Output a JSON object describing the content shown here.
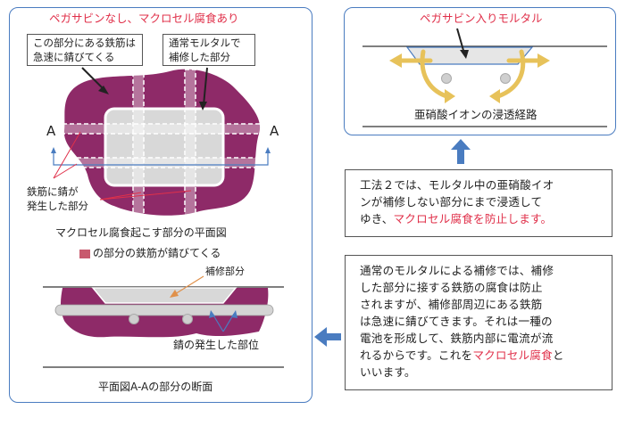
{
  "left_panel": {
    "title": "ペガサビンなし、マクロセル腐食あり",
    "callout1": {
      "line1": "この部分にある鉄筋は",
      "line2": "急速に錆びてくる"
    },
    "callout2": {
      "line1": "通常モルタルで",
      "line2": "補修した部分"
    },
    "section_label_left": "A",
    "section_label_right": "A",
    "rust_label": {
      "line1": "鉄筋に錆が",
      "line2": "発生した部分"
    },
    "plan_caption": "マクロセル腐食起こす部分の平面図",
    "legend_text": "の部分の鉄筋が錆びてくる",
    "repair_label": "補修部分",
    "rust_site_label": "錆の発生した部位",
    "section_caption": "平面図A-Aの部分の断面"
  },
  "right_panel": {
    "title": "ペガサビン入りモルタル",
    "caption": "亜硝酸イオンの浸透経路"
  },
  "text_box_top": {
    "line1": "工法２では、モルタル中の亜硝酸イオ",
    "line2": "ンが補修しない部分にまで浸透して",
    "line3_a": "ゆき、",
    "line3_b": "マクロセル腐食を防止します。"
  },
  "text_box_bottom": {
    "line1": "通常のモルタルによる補修では、補修",
    "line2": "した部分に接する鉄筋の腐食は防止",
    "line3": "されますが、補修部周辺にある鉄筋",
    "line4": "は急速に錆びてきます。それは一種の",
    "line5": "電池を形成して、鉄筋内部に電流が流",
    "line6": "れるからです。これを",
    "line6_red": "マクロセル腐食",
    "line6_end": "と",
    "line7": "いいます。"
  },
  "colors": {
    "frame": "#4a7cc0",
    "corrosion": "#8e2a68",
    "title_red": "#e0304a",
    "arrow_blue": "#4a7cc0",
    "arrow_gold": "#e7c25a"
  }
}
